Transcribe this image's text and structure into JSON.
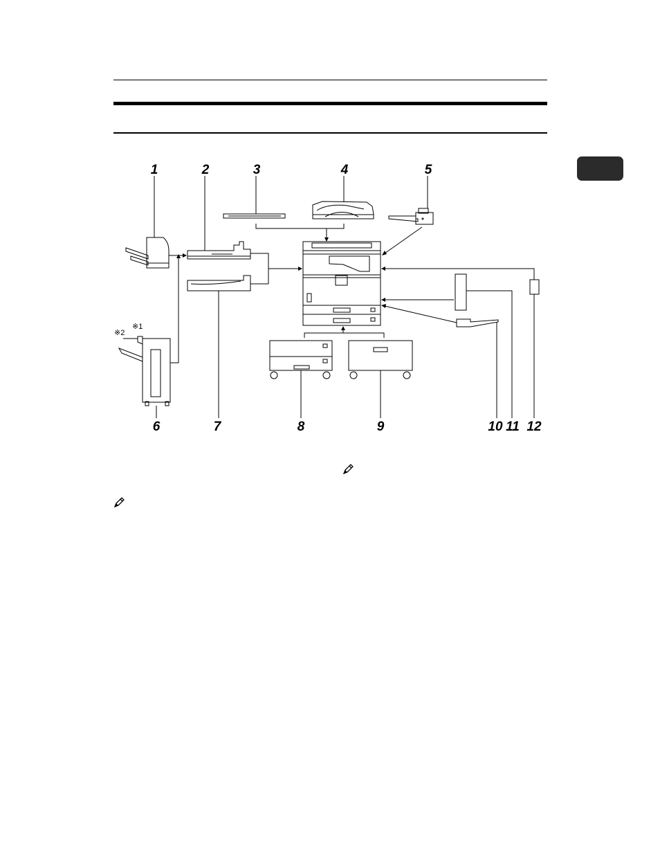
{
  "chapter_tab": "",
  "callouts": [
    "1",
    "2",
    "3",
    "4",
    "5",
    "6",
    "7",
    "8",
    "9",
    "10",
    "11",
    "12"
  ],
  "finisher_tray_marks": [
    "※1",
    "※2"
  ],
  "icons": [
    "note-icon",
    "note-icon"
  ]
}
